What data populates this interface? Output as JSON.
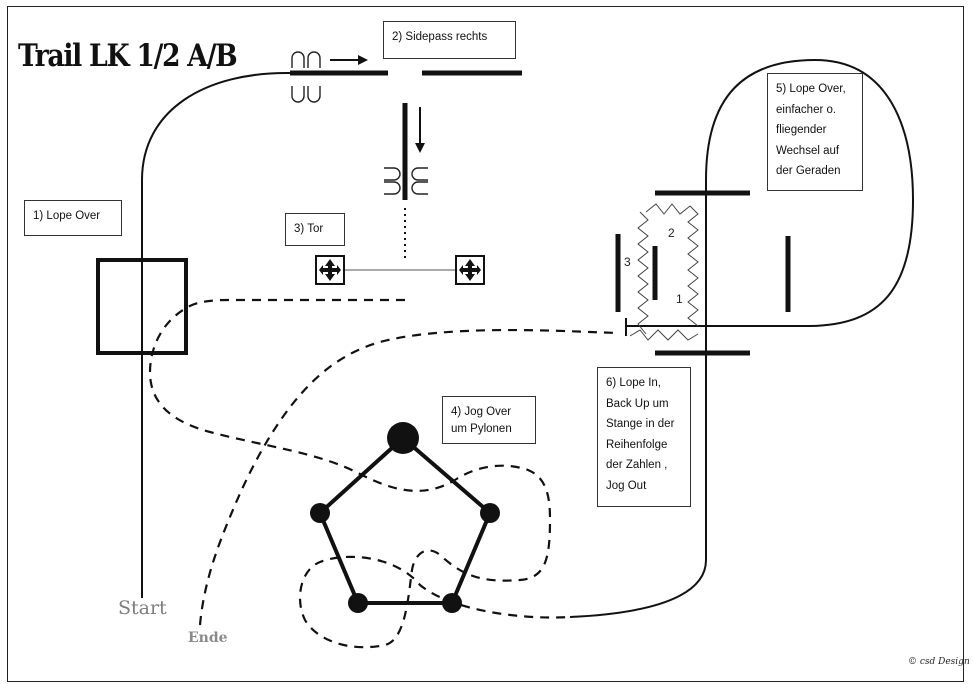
{
  "title": "Trail LK 1/2 A/B",
  "obstacles": [
    {
      "id": "1",
      "label": "1)  Lope Over"
    },
    {
      "id": "2",
      "label": "2) Sidepass rechts"
    },
    {
      "id": "3",
      "label": "3) Tor"
    },
    {
      "id": "4",
      "lines": [
        "4) Jog Over",
        "um Pylonen"
      ]
    },
    {
      "id": "5",
      "lines": [
        "5) Lope Over,",
        "einfacher o.",
        "fliegender",
        "Wechsel auf",
        "der Geraden"
      ]
    },
    {
      "id": "6",
      "lines": [
        "6) Lope In,",
        "Back Up um",
        "Stange in der",
        "Reihenfolge",
        "der Zahlen ,",
        "Jog Out"
      ]
    }
  ],
  "backup_numbers": [
    "1",
    "2",
    "3"
  ],
  "start_label": "Start",
  "end_label": "Ende",
  "copyright": "© csd Design"
}
